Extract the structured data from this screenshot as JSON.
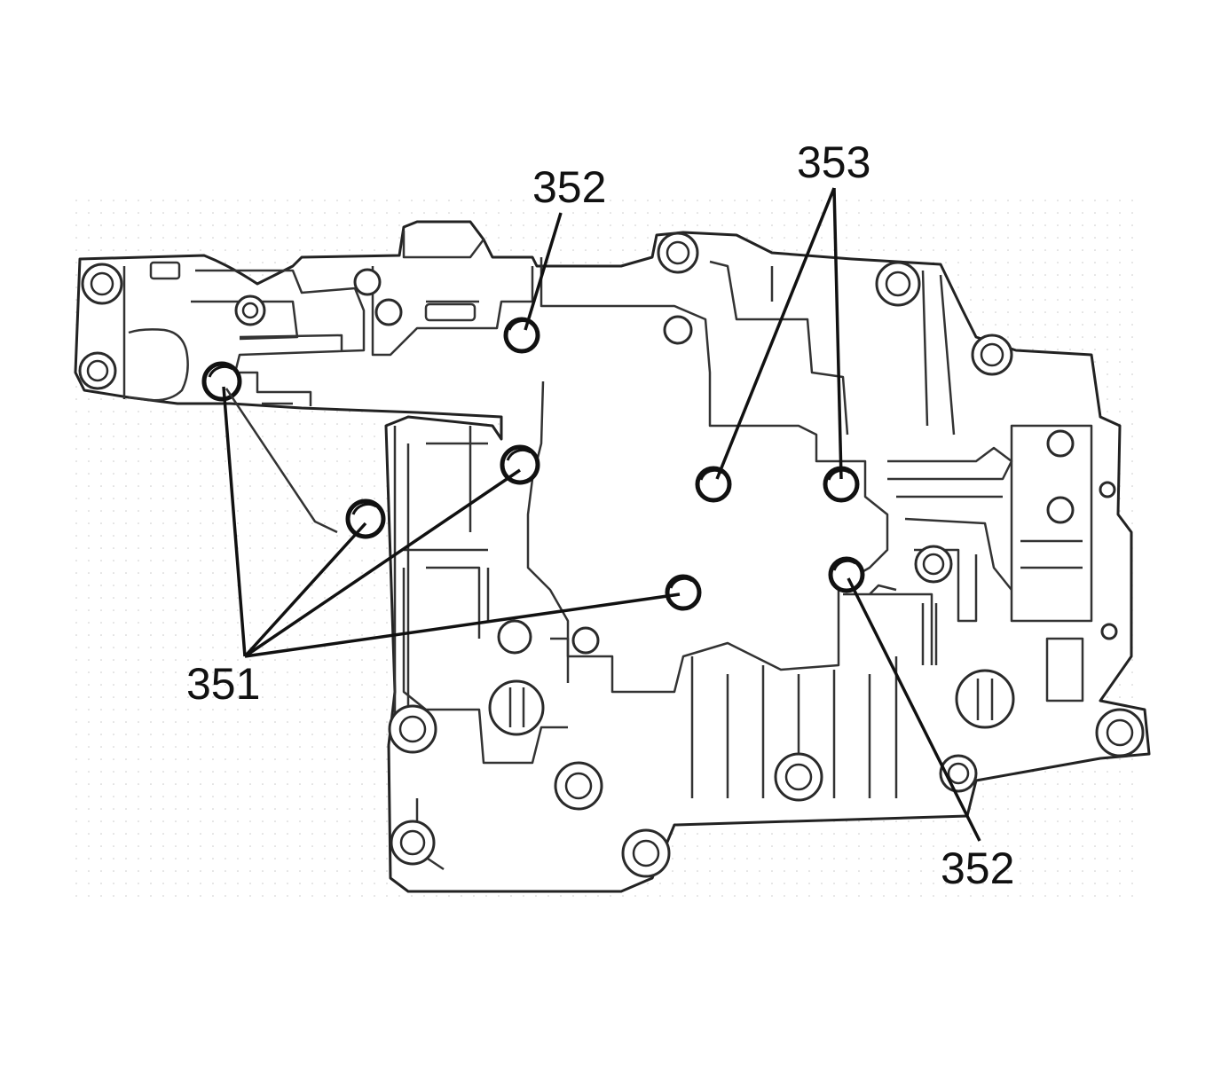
{
  "diagram": {
    "callouts": [
      {
        "id": "352-top",
        "label": "352"
      },
      {
        "id": "353",
        "label": "353"
      },
      {
        "id": "351",
        "label": "351"
      },
      {
        "id": "352-bottom",
        "label": "352"
      }
    ],
    "background": "#ffffff",
    "line_color": "#111111"
  }
}
